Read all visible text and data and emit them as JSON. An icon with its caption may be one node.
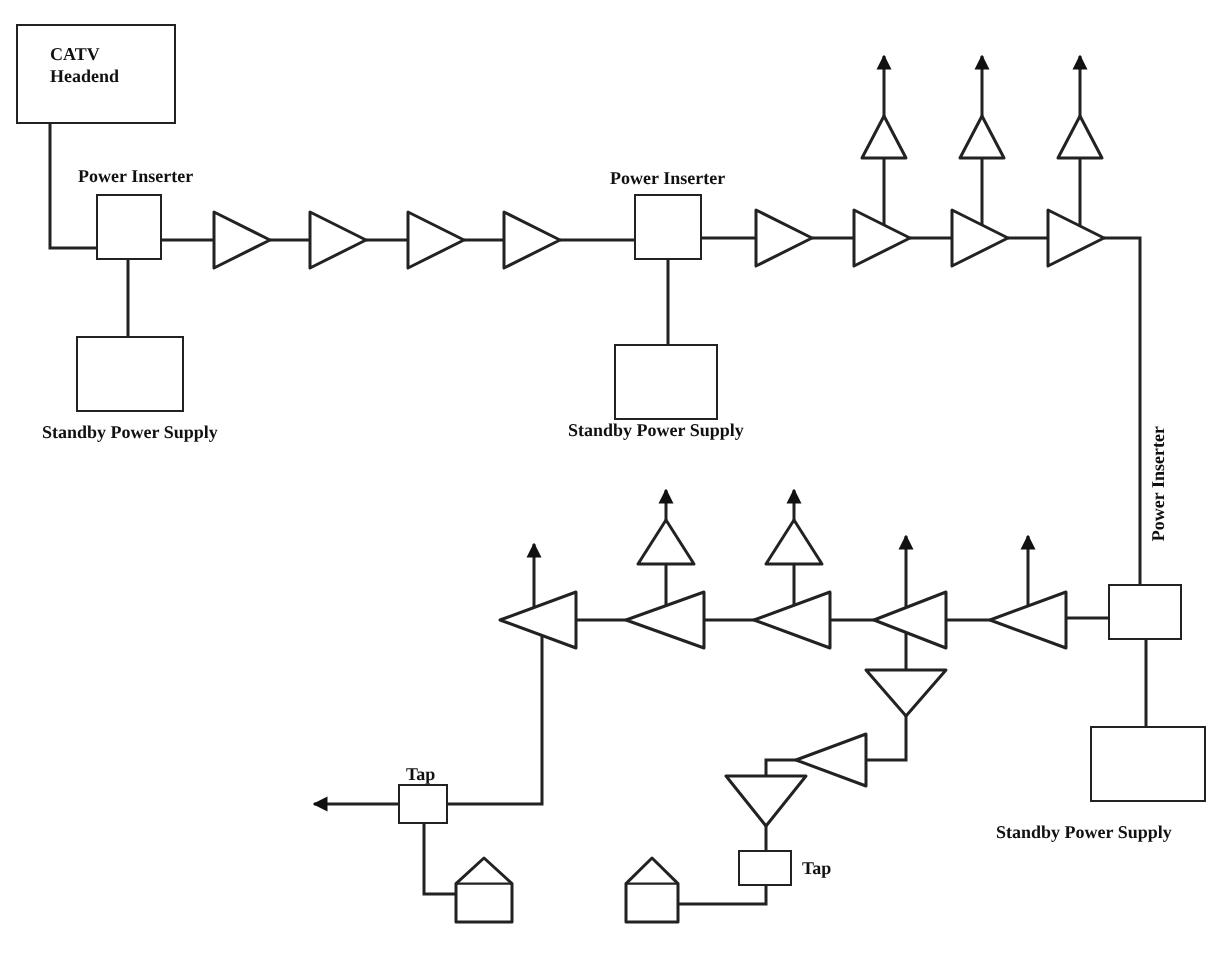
{
  "diagram": {
    "nodes": [
      {
        "text": [
          "CATV Headend"
        ]
      },
      {
        "text": [
          "Power Inserter"
        ]
      },
      {
        "text": [
          "Standby Power Supply"
        ]
      },
      {
        "text": [],
        "shape": "triangle"
      },
      {
        "text": [],
        "shape": "triangle"
      },
      {
        "text": [],
        "shape": "triangle"
      },
      {
        "text": [],
        "shape": "triangle"
      },
      {
        "text": [
          "Power Inserter"
        ]
      },
      {
        "text": [
          "Standby Power Supply"
        ]
      },
      {
        "text": [],
        "shape": "triangle"
      },
      {
        "text": [],
        "shape": "triangle"
      },
      {
        "text": [],
        "shape": "triangle"
      },
      {
        "text": [],
        "shape": "triangle"
      },
      {
        "text": [],
        "shape": "triangle"
      },
      {
        "text": [],
        "shape": "triangle"
      },
      {
        "text": [],
        "shape": "triangle"
      },
      {
        "text": [
          "Power Inserter"
        ]
      },
      {
        "text": [
          "Standby Power Supply"
        ]
      },
      {
        "text": [],
        "shape": "triangle"
      },
      {
        "text": [],
        "shape": "triangle"
      },
      {
        "text": [],
        "shape": "triangle"
      },
      {
        "text": [],
        "shape": "triangle"
      },
      {
        "text": [],
        "shape": "triangle"
      },
      {
        "text": [],
        "shape": "triangle"
      },
      {
        "text": [],
        "shape": "triangle"
      },
      {
        "text": [],
        "shape": "triangle"
      },
      {
        "text": [],
        "shape": "triangle"
      },
      {
        "text": [],
        "shape": "triangle"
      },
      {
        "text": [
          "Tap"
        ]
      },
      {
        "text": [
          "Tap"
        ]
      },
      {
        "text": [],
        "shape": "house"
      },
      {
        "text": [],
        "shape": "house"
      }
    ],
    "edges": [
      {
        "from": 0,
        "to": 1,
        "arrow": "none"
      },
      {
        "from": 1,
        "to": 2,
        "arrow": "none"
      },
      {
        "from": 1,
        "to": 3,
        "arrow": "none"
      },
      {
        "from": 3,
        "to": 4,
        "arrow": "none"
      },
      {
        "from": 4,
        "to": 5,
        "arrow": "none"
      },
      {
        "from": 5,
        "to": 6,
        "arrow": "none"
      },
      {
        "from": 6,
        "to": 7,
        "arrow": "none"
      },
      {
        "from": 7,
        "to": 8,
        "arrow": "none"
      },
      {
        "from": 7,
        "to": 9,
        "arrow": "none"
      },
      {
        "from": 9,
        "to": 10,
        "arrow": "none"
      },
      {
        "from": 10,
        "to": 11,
        "arrow": "none"
      },
      {
        "from": 11,
        "to": 12,
        "arrow": "none"
      },
      {
        "from": 10,
        "to": 13,
        "arrow": "none"
      },
      {
        "from": 11,
        "to": 14,
        "arrow": "none"
      },
      {
        "from": 12,
        "to": 15,
        "arrow": "none"
      },
      {
        "from": 13,
        "to": null,
        "arrow": "to"
      },
      {
        "from": 14,
        "to": null,
        "arrow": "to"
      },
      {
        "from": 15,
        "to": null,
        "arrow": "to"
      },
      {
        "from": 12,
        "to": 16,
        "arrow": "none"
      },
      {
        "from": 16,
        "to": 17,
        "arrow": "none"
      },
      {
        "from": 16,
        "to": 24,
        "arrow": "none"
      },
      {
        "from": 24,
        "to": 23,
        "arrow": "none"
      },
      {
        "from": 23,
        "to": 22,
        "arrow": "none"
      },
      {
        "from": 22,
        "to": 21,
        "arrow": "none"
      },
      {
        "from": 21,
        "to": 20,
        "arrow": "none"
      },
      {
        "from": 24,
        "to": null,
        "arrow": "to"
      },
      {
        "from": 23,
        "to": null,
        "arrow": "to"
      },
      {
        "from": 22,
        "to": 19,
        "arrow": "none"
      },
      {
        "from": 21,
        "to": 18,
        "arrow": "none"
      },
      {
        "from": 18,
        "to": null,
        "arrow": "to"
      },
      {
        "from": 19,
        "to": null,
        "arrow": "to"
      },
      {
        "from": 20,
        "to": null,
        "arrow": "to"
      },
      {
        "from": 23,
        "to": 25,
        "arrow": "none"
      },
      {
        "from": 25,
        "to": 26,
        "arrow": "none"
      },
      {
        "from": 26,
        "to": 27,
        "arrow": "none"
      },
      {
        "from": 27,
        "to": 29,
        "arrow": "none"
      },
      {
        "from": 29,
        "to": 31,
        "arrow": "none"
      },
      {
        "from": 20,
        "to": 28,
        "arrow": "none"
      },
      {
        "from": 28,
        "to": null,
        "arrow": "to"
      },
      {
        "from": 28,
        "to": 30,
        "arrow": "none"
      }
    ]
  }
}
